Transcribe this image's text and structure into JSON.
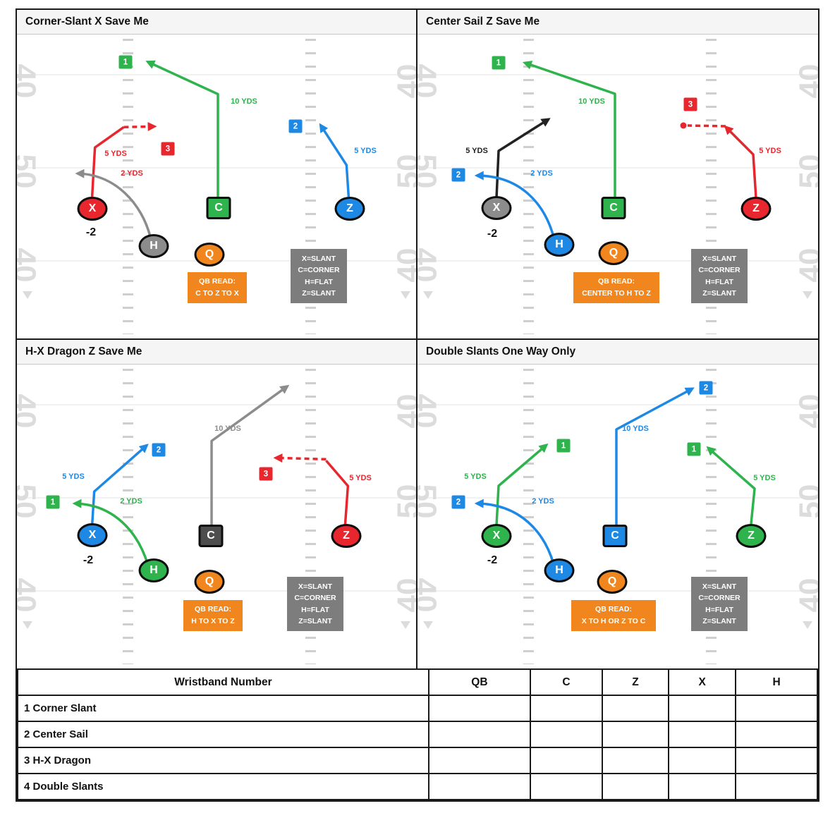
{
  "field": {
    "numbers": [
      "40",
      "50",
      "40"
    ]
  },
  "palette": {
    "green": "#2eb34d",
    "blue": "#1e88e5",
    "red": "#e8262d",
    "orange": "#f0861d",
    "gray": "#8c8c8c",
    "dark_gray": "#4d4d4d",
    "legend_bg": "#7d7d7d",
    "field_marks": "#dcdcdc"
  },
  "plays": [
    {
      "title": "Corner-Slant X Save Me",
      "players": {
        "x": "X",
        "c": "C",
        "z": "Z",
        "h": "H",
        "q": "Q"
      },
      "x_depth": "-2",
      "labels": {
        "c_yds": "10 YDS",
        "x_yds": "5 YDS",
        "h_yds": "2 YDS",
        "z_yds": "5 YDS"
      },
      "boxes": {
        "c": "1",
        "x": "3",
        "z": "2"
      },
      "qb_read_title": "QB READ:",
      "qb_read": "C TO Z TO X",
      "legend": [
        "X=SLANT",
        "C=CORNER",
        "H=FLAT",
        "Z=SLANT"
      ]
    },
    {
      "title": "Center Sail Z Save Me",
      "players": {
        "x": "X",
        "c": "C",
        "z": "Z",
        "h": "H",
        "q": "Q"
      },
      "x_depth": "-2",
      "labels": {
        "c_yds": "10 YDS",
        "x_yds": "5 YDS",
        "h_yds": "2 YDS",
        "z_yds": "5 YDS"
      },
      "boxes": {
        "c": "1",
        "h": "2",
        "z": "3"
      },
      "qb_read_title": "QB READ:",
      "qb_read": "CENTER TO H TO Z",
      "legend": [
        "X=SLANT",
        "C=CORNER",
        "H=FLAT",
        "Z=SLANT"
      ]
    },
    {
      "title": "H-X Dragon Z Save Me",
      "players": {
        "x": "X",
        "c": "C",
        "z": "Z",
        "h": "H",
        "q": "Q"
      },
      "x_depth": "-2",
      "labels": {
        "c_yds": "10 YDS",
        "x_yds": "5 YDS",
        "h_yds": "2 YDS",
        "z_yds": "5 YDS"
      },
      "boxes": {
        "x": "2",
        "h": "1",
        "z": "3"
      },
      "qb_read_title": "QB READ:",
      "qb_read": "H TO X TO Z",
      "legend": [
        "X=SLANT",
        "C=CORNER",
        "H=FLAT",
        "Z=SLANT"
      ]
    },
    {
      "title": "Double Slants One Way Only",
      "players": {
        "x": "X",
        "c": "C",
        "z": "Z",
        "h": "H",
        "q": "Q"
      },
      "x_depth": "-2",
      "labels": {
        "c_yds": "10 YDS",
        "x_yds": "5 YDS",
        "h_yds": "2 YDS",
        "z_yds": "5 YDS"
      },
      "boxes": {
        "x": "1",
        "h": "2",
        "c": "2",
        "z": "1"
      },
      "qb_read_title": "QB READ:",
      "qb_read": "X TO H OR Z TO C",
      "legend": [
        "X=SLANT",
        "C=CORNER",
        "H=FLAT",
        "Z=SLANT"
      ]
    }
  ],
  "table": {
    "title": "Wristband Number",
    "columns": [
      "QB",
      "C",
      "Z",
      "X",
      "H"
    ],
    "rows": [
      "1 Corner Slant",
      "2 Center Sail",
      "3 H-X Dragon",
      "4 Double Slants"
    ]
  }
}
